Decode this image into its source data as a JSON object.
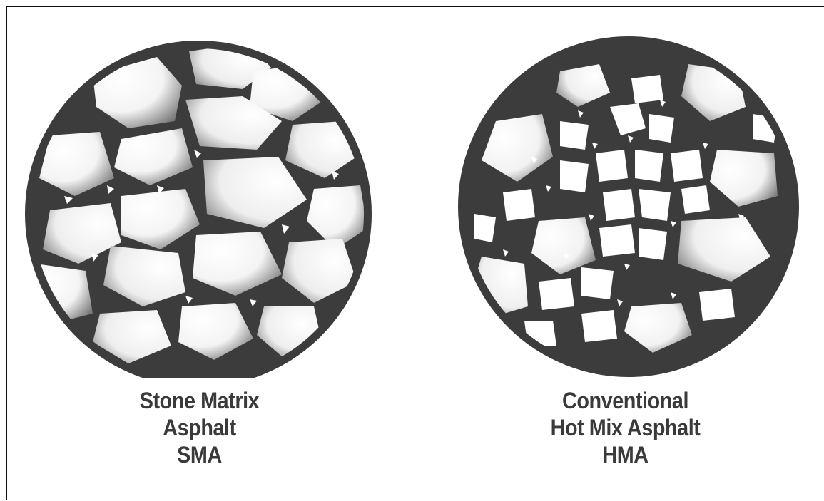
{
  "figures": [
    {
      "id": "sma",
      "caption_lines": [
        "Stone Matrix",
        "Asphalt",
        "SMA"
      ]
    },
    {
      "id": "hma",
      "caption_lines": [
        "Conventional",
        "Hot Mix Asphalt",
        "HMA"
      ]
    }
  ],
  "colors": {
    "binder": "#3c3c3c",
    "stone_light": "#ffffff",
    "stone_shade": "#6a6a6a",
    "caption": "#3a3a3a"
  }
}
